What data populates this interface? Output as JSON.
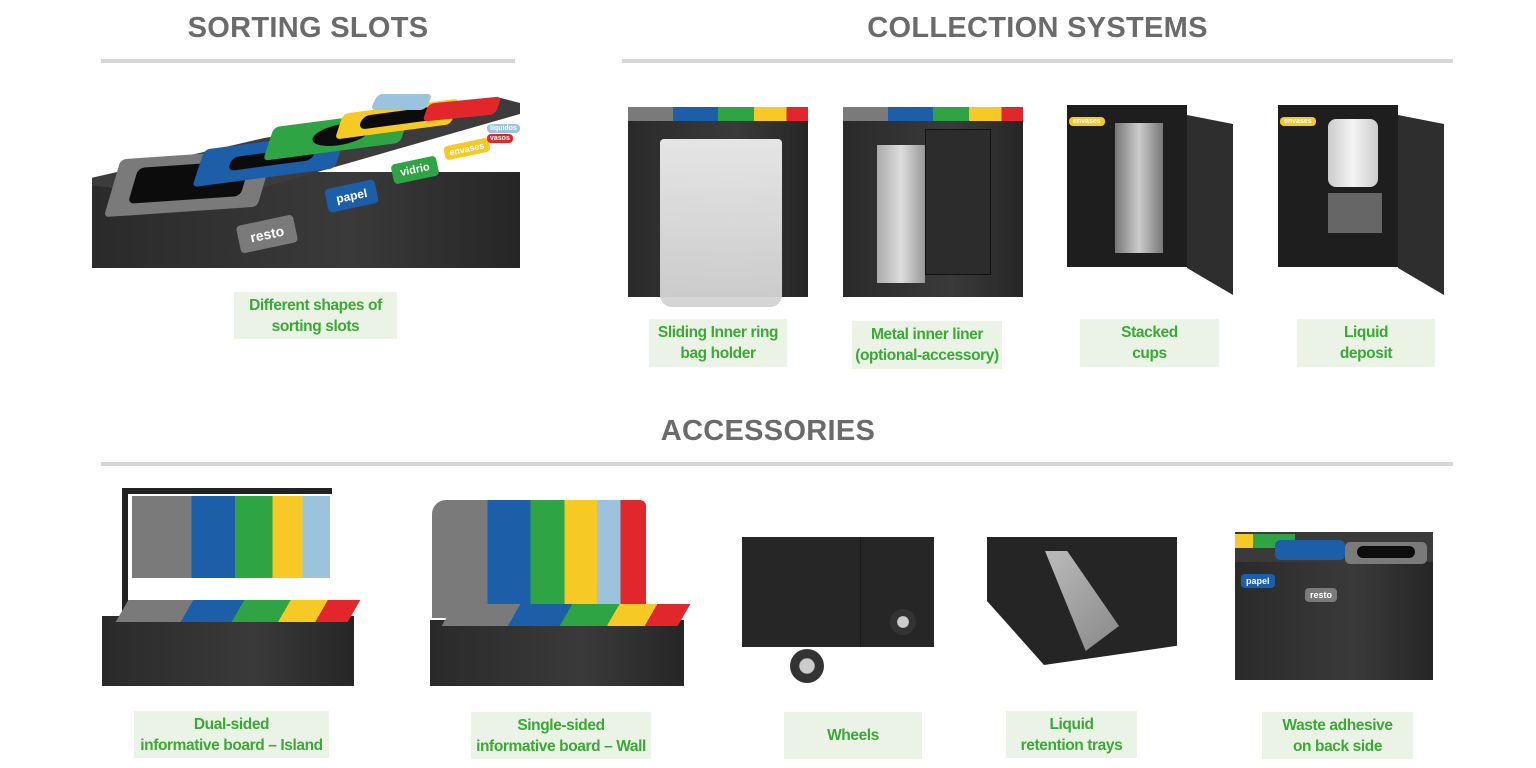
{
  "sections": {
    "sorting": {
      "title": "SORTING SLOTS",
      "caption": [
        "Different shapes of",
        "sorting slots"
      ],
      "bin_labels": [
        "resto",
        "papel",
        "vidrio",
        "envases",
        "líquidos",
        "vasos"
      ]
    },
    "collection": {
      "title": "COLLECTION SYSTEMS",
      "items": [
        {
          "caption": [
            "Sliding Inner ring",
            "bag holder"
          ]
        },
        {
          "caption": [
            "Metal inner liner",
            "(optional-accessory)"
          ]
        },
        {
          "caption": [
            "Stacked",
            "cups"
          ],
          "tag": "envases"
        },
        {
          "caption": [
            "Liquid",
            "deposit"
          ],
          "tag": "envases"
        }
      ]
    },
    "accessories": {
      "title": "ACCESSORIES",
      "items": [
        {
          "caption": [
            "Dual-sided",
            "informative board – Island"
          ]
        },
        {
          "caption": [
            "Single-sided",
            "informative board – Wall"
          ]
        },
        {
          "caption": [
            "Wheels"
          ]
        },
        {
          "caption": [
            "Liquid",
            "retention trays"
          ]
        },
        {
          "caption": [
            "Waste adhesive",
            "on back side"
          ],
          "tags": [
            "papel",
            "resto"
          ]
        }
      ]
    }
  },
  "colors": {
    "heading": "#6b6b6b",
    "caption_text": "#3aa935",
    "caption_bg": "#ebf3e6",
    "resto": "#7a7a7a",
    "papel": "#1c5ea8",
    "vidrio": "#2ea445",
    "envases": "#f6c924",
    "liquidos": "#9cc3dd",
    "vasos": "#e1262c"
  }
}
